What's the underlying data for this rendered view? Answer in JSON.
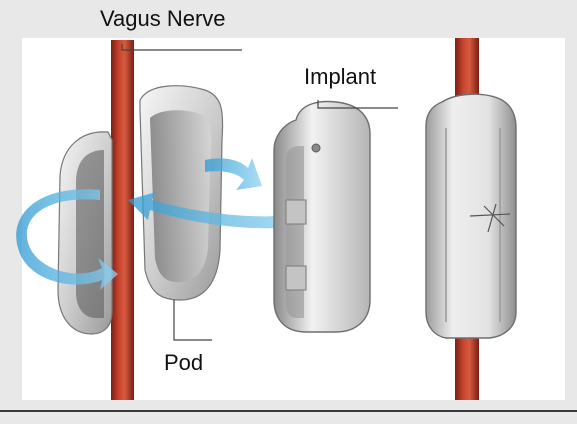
{
  "labels": {
    "vagus_nerve": "Vagus Nerve",
    "implant": "Implant",
    "pod": "Pod"
  },
  "colors": {
    "nerve": "#b8352a",
    "arrow": "#5ab7e3",
    "device": "#d6d6d6",
    "leader_line": "#444444"
  }
}
